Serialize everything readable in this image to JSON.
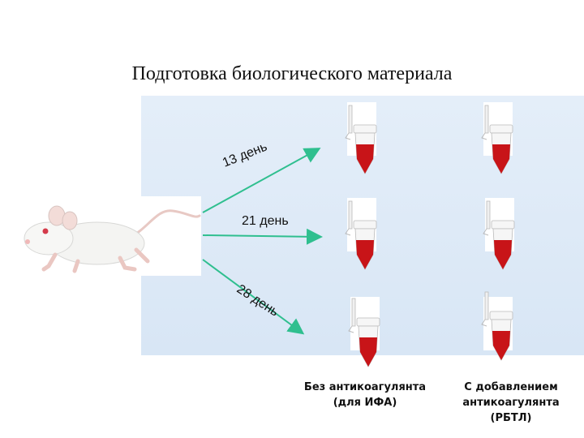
{
  "title": "Подготовка биологического материала",
  "days": {
    "day13": "13 день",
    "day21": "21 день",
    "day28": "28 день"
  },
  "captions": {
    "left_line1": "Без антикоагулянта",
    "left_line2": "(для ИФА)",
    "right_line1": "С добавлением",
    "right_line2": "антикоагулянта",
    "right_line3": "(РБТЛ)"
  },
  "colors": {
    "arrow": "#2fbf8f",
    "blood": "#c81418",
    "panel": "#dde9f6"
  }
}
